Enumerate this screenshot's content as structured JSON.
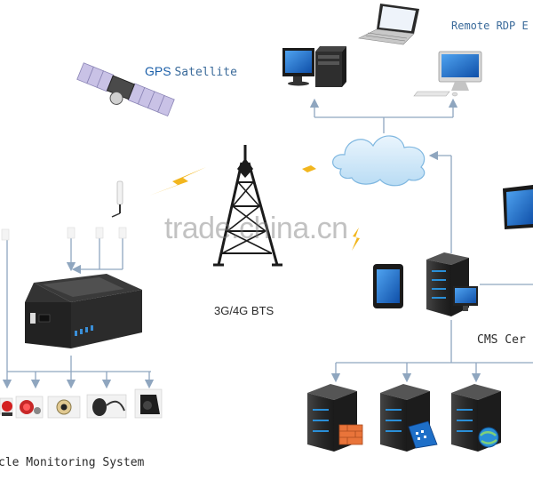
{
  "labels": {
    "gps_word": "GPS",
    "satellite_word": "Satellite",
    "remote": "Remote RDP E",
    "bts": "3G/4G BTS",
    "cms": "CMS Cer",
    "vehicle": "cle Monitoring System"
  },
  "watermark": "trade.china.cn",
  "colors": {
    "line": "#8fa6bf",
    "cloud": "#cfe6f7",
    "cloud_edge": "#7fb7e0",
    "lightning": "#f2b61e",
    "server": "#2f2f2f",
    "server_light": "#5a5a5a",
    "led": "#2a8fd8",
    "screen": "#1f6fd1",
    "tower": "#1b1b1b"
  },
  "icons": [
    "gps-satellite-icon",
    "laptop-icon",
    "desktop-pc-icon",
    "imac-icon",
    "cloud-icon",
    "lightning-icon",
    "tower-icon",
    "antenna-icon",
    "mdvr-icon",
    "tablet-icon",
    "server-icon",
    "firewall-icon",
    "globe-icon",
    "alarm-light-icon",
    "camera-icon",
    "microphone-icon"
  ]
}
